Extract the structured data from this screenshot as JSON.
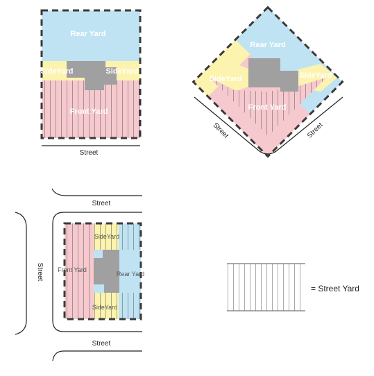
{
  "colors": {
    "rear_yard": "#bfe3f3",
    "side_yard": "#fbf3ae",
    "front_yard": "#f6c9cf",
    "house": "#a0a0a0",
    "hatch": "#666666",
    "border": "#3a3a3a"
  },
  "diagram1": {
    "rear": "Rear Yard",
    "side_left": "SideYard",
    "side_right": "SideYard",
    "front": "Front Yard",
    "street": "Street"
  },
  "diagram2": {
    "rear": "Rear Yard",
    "side_left": "SideYard",
    "side_right": "SideYard",
    "front": "Front Yard",
    "street_left": "Street",
    "street_right": "Street"
  },
  "diagram3": {
    "street_top": "Street",
    "street_left": "Street",
    "street_bottom": "Street",
    "front": "Front Yard",
    "side_top": "SideYard",
    "rear": "Rear Yard",
    "side_bottom": "SideYard"
  },
  "legend": {
    "label": "= Street Yard"
  }
}
